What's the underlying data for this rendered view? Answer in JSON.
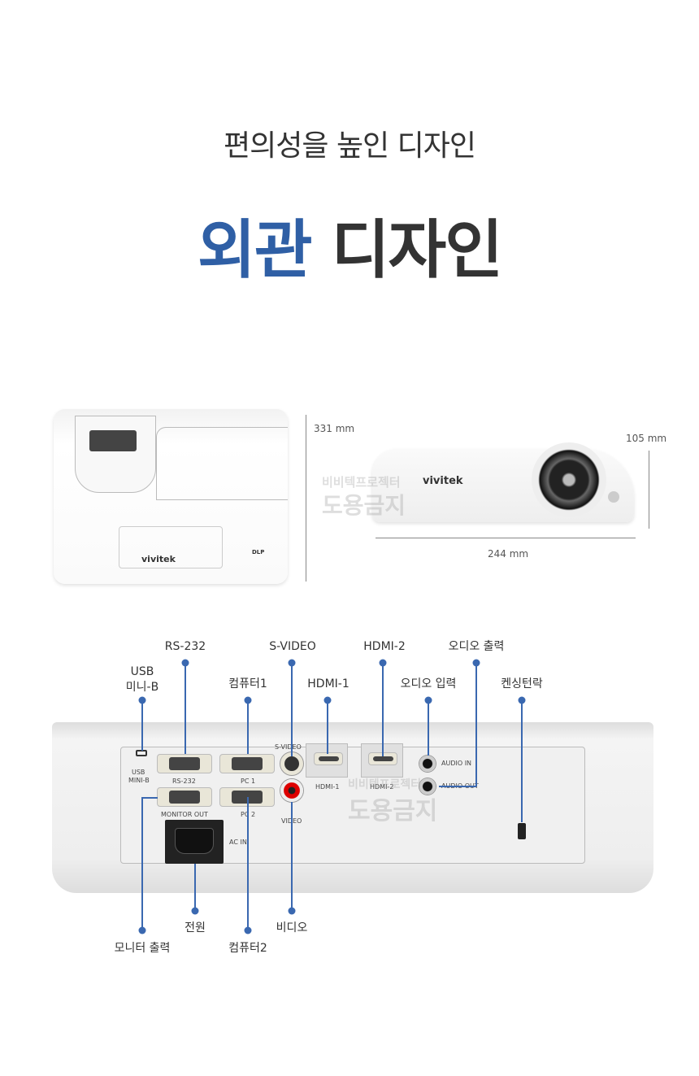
{
  "header": {
    "subtitle": "편의성을 높인 디자인",
    "title_highlight": "외관",
    "title_rest": "디자인"
  },
  "dimensions": {
    "depth": "331 mm",
    "height": "105 mm",
    "width": "244 mm"
  },
  "brand": "vivitek",
  "watermark": {
    "line1": "비비텍프로젝터",
    "line2": "도용금지"
  },
  "callouts": {
    "rs232": "RS-232",
    "svideo": "S-VIDEO",
    "hdmi2": "HDMI-2",
    "audio_out": "오디오 출력",
    "usb_line1": "USB",
    "usb_line2": "미니-B",
    "pc1": "컴퓨터1",
    "hdmi1": "HDMI-1",
    "audio_in": "오디오 입력",
    "kensington": "켄싱턴락",
    "monitor_out": "모니터 출력",
    "power": "전원",
    "pc2": "컴퓨터2",
    "video": "비디오"
  },
  "panel_labels": {
    "usb": "USB",
    "usb2": "MINI-B",
    "rs232": "RS-232",
    "pc1": "PC 1",
    "svideo": "S-VIDEO",
    "hdmi1": "HDMI-1",
    "hdmi2": "HDMI-2",
    "audio_in": "AUDIO IN",
    "audio_out": "AUDIO OUT",
    "monitor_out": "MONITOR OUT",
    "pc2": "PC 2",
    "video": "VIDEO",
    "ac_in": "AC IN"
  },
  "colors": {
    "accent": "#2f5fa5",
    "callout": "#3a68b0"
  }
}
